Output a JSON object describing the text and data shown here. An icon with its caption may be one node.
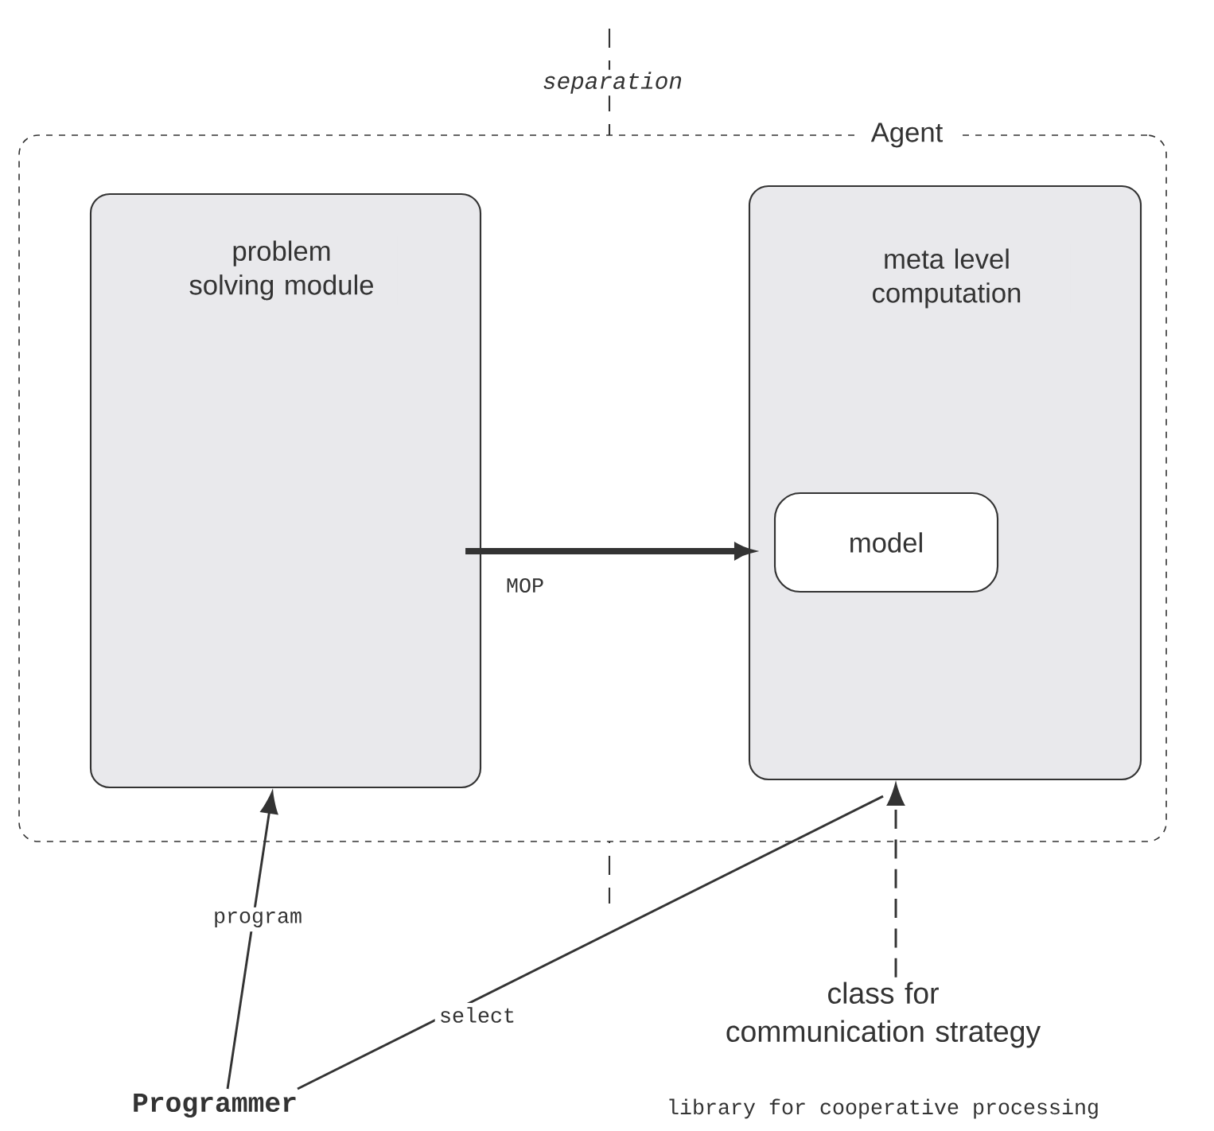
{
  "diagram": {
    "nodes": [
      {
        "text": [
          "Agent"
        ]
      },
      {
        "text": [
          "problem solving module"
        ],
        "in": 0
      },
      {
        "text": [
          "meta level computation"
        ],
        "in": 0
      },
      {
        "text": [
          "model"
        ],
        "in": 2
      },
      {
        "text": [
          "Programmer"
        ]
      },
      {
        "text": [
          "class for communication strategy"
        ],
        "beside": [
          "library for cooperative processing"
        ]
      }
    ],
    "edges": [
      {
        "from": 1,
        "to": 2,
        "arrow": "to",
        "label": "MOP",
        "style": "thick"
      },
      {
        "from": 4,
        "to": 1,
        "arrow": "to",
        "label": "program"
      },
      {
        "from": 4,
        "to": 2,
        "arrow": "none",
        "label": "select"
      },
      {
        "from": 5,
        "to": 2,
        "arrow": "to",
        "style": "dashed"
      }
    ],
    "labels": [
      "separation"
    ]
  }
}
